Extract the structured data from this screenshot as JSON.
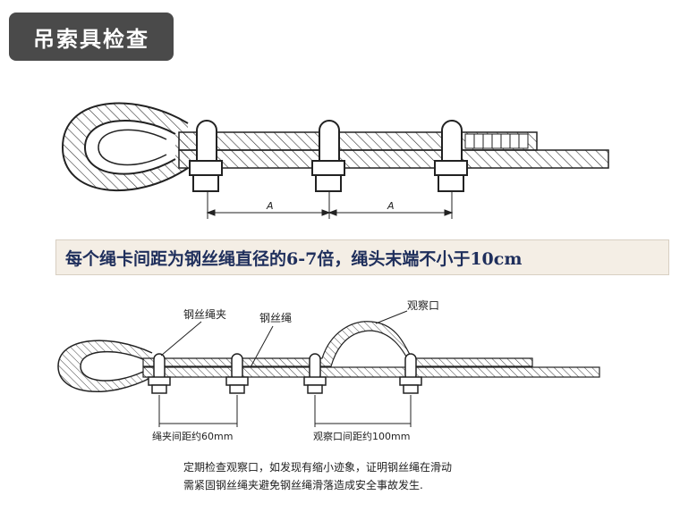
{
  "title": "吊索具检查",
  "diagram1": {
    "spacing_label_1": "A",
    "spacing_label_2": "A"
  },
  "banner": "每个绳卡间距为钢丝绳直径的6-7倍，绳头末端不小于10cm",
  "diagram2": {
    "label_clamp": "钢丝绳夹",
    "label_rope": "钢丝绳",
    "label_window": "观察口",
    "dim_clamp_spacing": "绳夹间距约60mm",
    "dim_window_spacing": "观察口间距约100mm"
  },
  "note": {
    "line1": "定期检查观察口，如发现有缩小迹象，证明钢丝绳在滑动",
    "line2": "需紧固钢丝绳夹避免钢丝绳滑落造成安全事故发生."
  }
}
